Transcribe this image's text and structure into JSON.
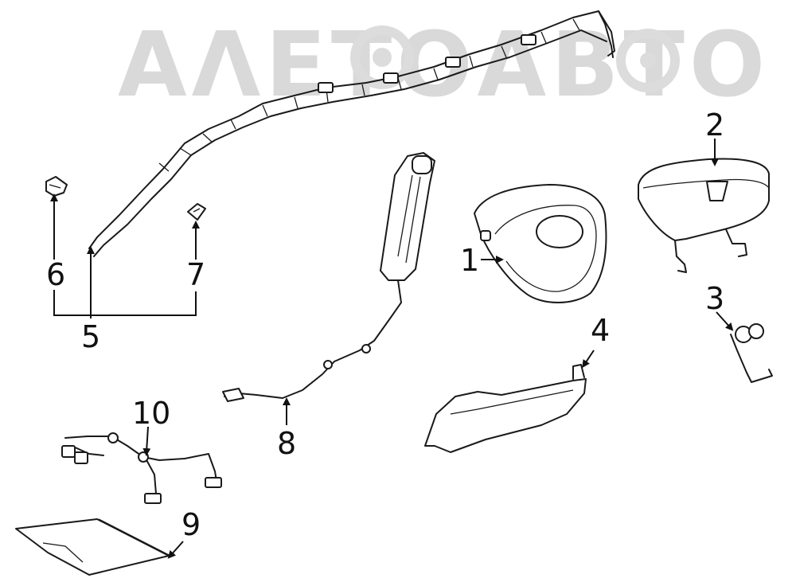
{
  "watermark": {
    "text": "ΑΛΕΤΟΑΒΤΟ"
  },
  "callouts": [
    {
      "id": "1",
      "label": "1"
    },
    {
      "id": "2",
      "label": "2"
    },
    {
      "id": "3",
      "label": "3"
    },
    {
      "id": "4",
      "label": "4"
    },
    {
      "id": "5",
      "label": "5"
    },
    {
      "id": "6",
      "label": "6"
    },
    {
      "id": "7",
      "label": "7"
    },
    {
      "id": "8",
      "label": "8"
    },
    {
      "id": "9",
      "label": "9"
    },
    {
      "id": "10",
      "label": "10"
    }
  ],
  "colors": {
    "line": "#1a1a1a",
    "watermark": "#d9d9d9",
    "background": "#ffffff"
  }
}
